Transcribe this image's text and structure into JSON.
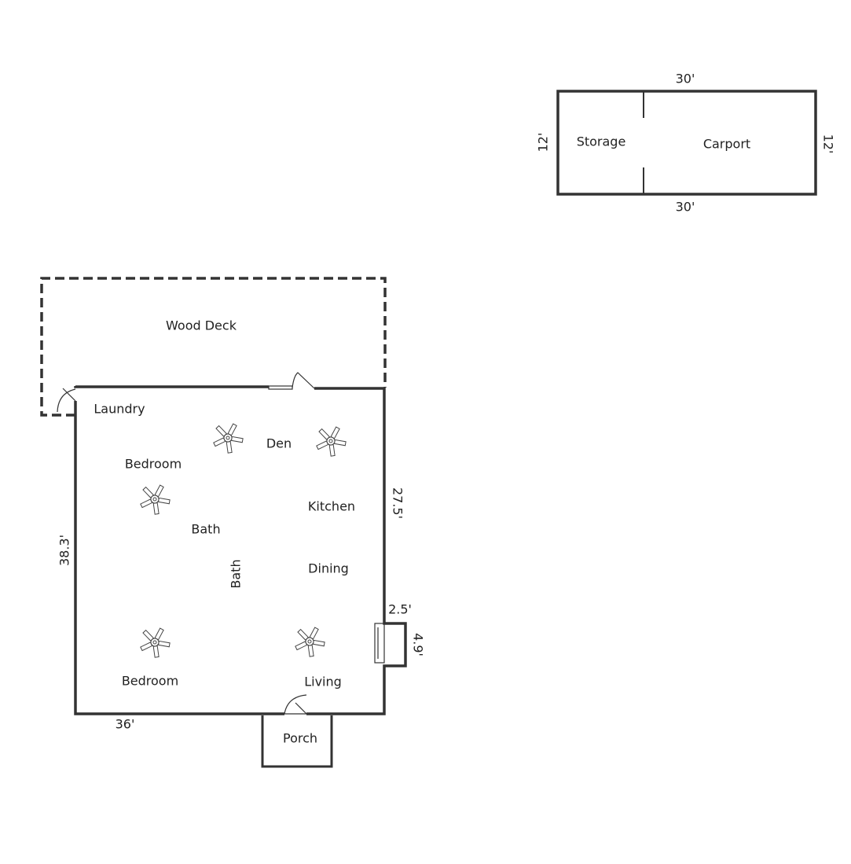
{
  "outbuilding": {
    "top_dim": "30'",
    "bottom_dim": "30'",
    "left_dim": "12'",
    "right_dim": "12'",
    "rooms": {
      "storage": "Storage",
      "carport": "Carport"
    }
  },
  "house": {
    "rooms": {
      "wood_deck": "Wood Deck",
      "laundry": "Laundry",
      "den": "Den",
      "bedroom_1": "Bedroom",
      "kitchen": "Kitchen",
      "bath_1": "Bath",
      "bath_2": "Bath",
      "dining": "Dining",
      "bedroom_2": "Bedroom",
      "living": "Living",
      "porch": "Porch"
    },
    "dimensions": {
      "left": "38.3'",
      "right": "27.5'",
      "bottom": "36'",
      "fireplace_width": "2.5'",
      "fireplace_length": "4.9'"
    },
    "ceiling_fan_count": 5
  }
}
